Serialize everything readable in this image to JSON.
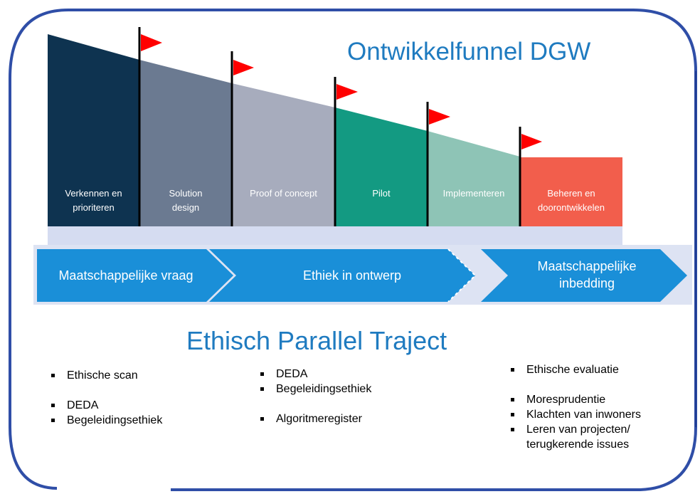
{
  "funnel": {
    "title": "Ontwikkelfunnel DGW",
    "phases": [
      {
        "label": "Verkennen en\nprioriteren",
        "color": "#0e3350"
      },
      {
        "label": "Solution\ndesign",
        "color": "#6b7a91"
      },
      {
        "label": "Proof of concept",
        "color": "#a7acbd"
      },
      {
        "label": "Pilot",
        "color": "#139a82"
      },
      {
        "label": "Implementeren",
        "color": "#8ec4b6"
      },
      {
        "label": "Beheren en\ndoorontwikkelen",
        "color": "#f25e4c"
      }
    ]
  },
  "process": {
    "steps": [
      {
        "label": "Maatschappelijke vraag"
      },
      {
        "label": "Ethiek in ontwerp"
      },
      {
        "label": "Maatschappelijke\ninbedding"
      }
    ]
  },
  "trajectory": {
    "title": "Ethisch Parallel Traject",
    "columns": [
      {
        "items": [
          "Ethische scan",
          "DEDA",
          "Begeleidingsethiek"
        ],
        "gaps_before": [
          false,
          true,
          false
        ]
      },
      {
        "items": [
          "DEDA",
          "Begeleidingsethiek",
          "Algoritmeregister"
        ],
        "gaps_before": [
          false,
          false,
          true
        ]
      },
      {
        "items": [
          "Ethische evaluatie",
          "Moresprudentie",
          "Klachten van inwoners",
          "Leren van projecten/\nterugkerende issues"
        ],
        "gaps_before": [
          false,
          true,
          false,
          false
        ]
      }
    ]
  },
  "colors": {
    "frame": "#2f4ea7",
    "accent_blue": "#1f7bc0",
    "flag": "#ff0000",
    "chevron": "#1a8fd8",
    "band": "#d5dcf1"
  }
}
